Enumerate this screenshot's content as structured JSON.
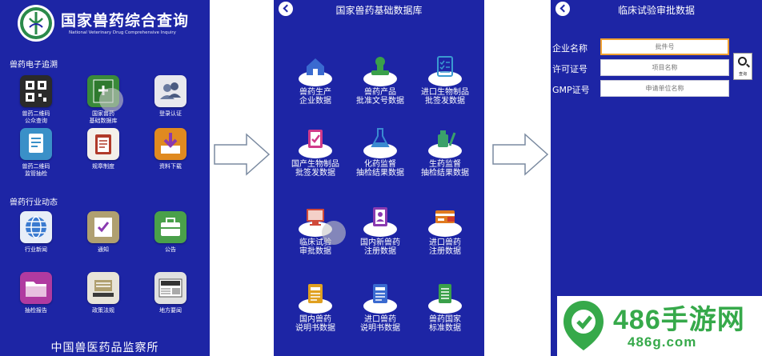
{
  "panel1": {
    "title": "国家兽药综合查询",
    "subtitle": "National Veterinary Drug Comprehensive Inquiry",
    "section1": "兽药电子追溯",
    "section2": "兽药行业动态",
    "items1": [
      {
        "label": "兽药二维码\n公众查询",
        "icon": "qr-code-icon",
        "color": "#2a2a2a"
      },
      {
        "label": "国家兽药\n基础数据库",
        "icon": "database-book-icon",
        "color": "#3a8a3a"
      },
      {
        "label": "登录认证",
        "icon": "users-icon",
        "color": "#6a7aa0"
      },
      {
        "label": "兽药二维码\n监管抽检",
        "icon": "document-icon",
        "color": "#3a90c8"
      },
      {
        "label": "规章制度",
        "icon": "clipboard-icon",
        "color": "#b03a2a"
      },
      {
        "label": "资料下载",
        "icon": "download-icon",
        "color": "#e08a20"
      }
    ],
    "items2": [
      {
        "label": "行业新闻",
        "icon": "globe-icon",
        "color": "#3a7ad0"
      },
      {
        "label": "通知",
        "icon": "checklist-icon",
        "color": "#8a7a3a"
      },
      {
        "label": "公告",
        "icon": "briefcase-icon",
        "color": "#4aa04a"
      },
      {
        "label": "抽检报告",
        "icon": "folder-icon",
        "color": "#b03aa0"
      },
      {
        "label": "政策法规",
        "icon": "scale-icon",
        "color": "#b0a070"
      },
      {
        "label": "地方要闻",
        "icon": "newspaper-icon",
        "color": "#d0d0d0"
      }
    ],
    "footer": "中国兽医药品监察所"
  },
  "panel2": {
    "title": "国家兽药基础数据库",
    "items": [
      {
        "label": "兽药生产\n企业数据",
        "icon": "house-icon",
        "color": "#3a6ad0"
      },
      {
        "label": "兽药产品\n批准文号数据",
        "icon": "stamp-icon",
        "color": "#3aa04a"
      },
      {
        "label": "进口生物制品\n批签发数据",
        "icon": "checklist-icon",
        "color": "#3a9ad0"
      },
      {
        "label": "国产生物制品\n批签发数据",
        "icon": "clipboard-check-icon",
        "color": "#d03a8a"
      },
      {
        "label": "化药监督\n抽检结果数据",
        "icon": "flask-icon",
        "color": "#3a8ad0"
      },
      {
        "label": "生药监督\n抽检结果数据",
        "icon": "bottle-icon",
        "color": "#3aa06a"
      },
      {
        "label": "临床试验\n审批数据",
        "icon": "monitor-icon",
        "color": "#d04a3a"
      },
      {
        "label": "国内新兽药\n注册数据",
        "icon": "id-card-icon",
        "color": "#8a3ab0"
      },
      {
        "label": "进口兽药\n注册数据",
        "icon": "card-icon",
        "color": "#e07a20"
      },
      {
        "label": "国内兽药\n说明书数据",
        "icon": "manual-icon",
        "color": "#e0a020"
      },
      {
        "label": "进口兽药\n说明书数据",
        "icon": "manual-icon",
        "color": "#3a6ad0"
      },
      {
        "label": "兽药国家\n标准数据",
        "icon": "standard-doc-icon",
        "color": "#3aa04a"
      }
    ]
  },
  "panel3": {
    "title": "临床试验审批数据",
    "fields": [
      {
        "label": "企业名称",
        "placeholder": "批件号"
      },
      {
        "label": "许可证号",
        "placeholder": "项目名称"
      },
      {
        "label": "GMP证号",
        "placeholder": "申请单位名称"
      }
    ],
    "search_label": "查询"
  },
  "watermark": {
    "text": "486手游网",
    "url": "486g.com"
  }
}
